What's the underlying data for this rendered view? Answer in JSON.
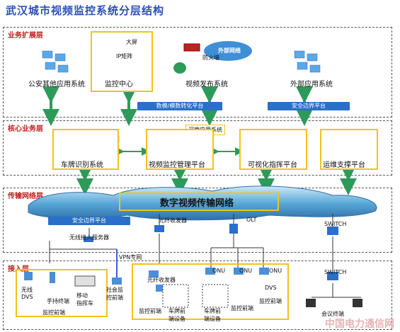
{
  "title": "武汉城市视频监控系统分层结构",
  "layers": {
    "business": "业务扩展层",
    "core": "核心业务层",
    "transport": "传输网络层",
    "access": "接入层"
  },
  "business": {
    "police_apps": "公安其他应用系统",
    "monitor_center": "监控中心",
    "big_screen": "大屏",
    "ip_matrix": "IP矩阵",
    "external_net": "外部网络",
    "firewall": "防火墙",
    "video_publish": "视频发布系统",
    "external_apps": "外部应用系统",
    "da_platform": "数模/模数转化平台",
    "security_border_top": "安全边界平台"
  },
  "core": {
    "depth_app": "深度应用系统",
    "plate_recog": "车牌识别系统",
    "video_mgmt": "视频监控管理平台",
    "visual_cmd": "可视化指挥平台",
    "ops_support": "运维支撑平台"
  },
  "transport": {
    "network_name": "数字视频传输网络",
    "security_border": "安全边界平台",
    "wireless_server": "无线接入服务器",
    "fiber_transceiver": "光纤收发器",
    "olt": "OLT",
    "switch": "SWITCH",
    "vpn": "VPN专网"
  },
  "access": {
    "wireless_dvs": "无线\nDVS",
    "handheld": "手持终端",
    "mobile_cmd": "移动\n指挥车",
    "monitor_front_1": "监控前端",
    "social_monitor": "社会监\n控前端",
    "fiber_transceiver": "光纤收发器",
    "monitor_front_2": "监控前端",
    "plate_front_1": "车牌前\n端设备",
    "plate_front_2": "车牌前\n端设备",
    "monitor_front_3": "监控前端",
    "onu_1": "ONU",
    "onu_2": "ONU",
    "onu_3": "ONU",
    "dvs": "DVS",
    "monitor_front_4": "监控前端",
    "switch": "SWITCH",
    "conference": "会议终端"
  },
  "footer": "中国电力通信网",
  "colors": {
    "title": "#2a4fb8",
    "layer_label": "#c02020",
    "box_border": "#f3c21a",
    "arrow": "#2e9a5a",
    "bar": "#2a6fc9"
  }
}
